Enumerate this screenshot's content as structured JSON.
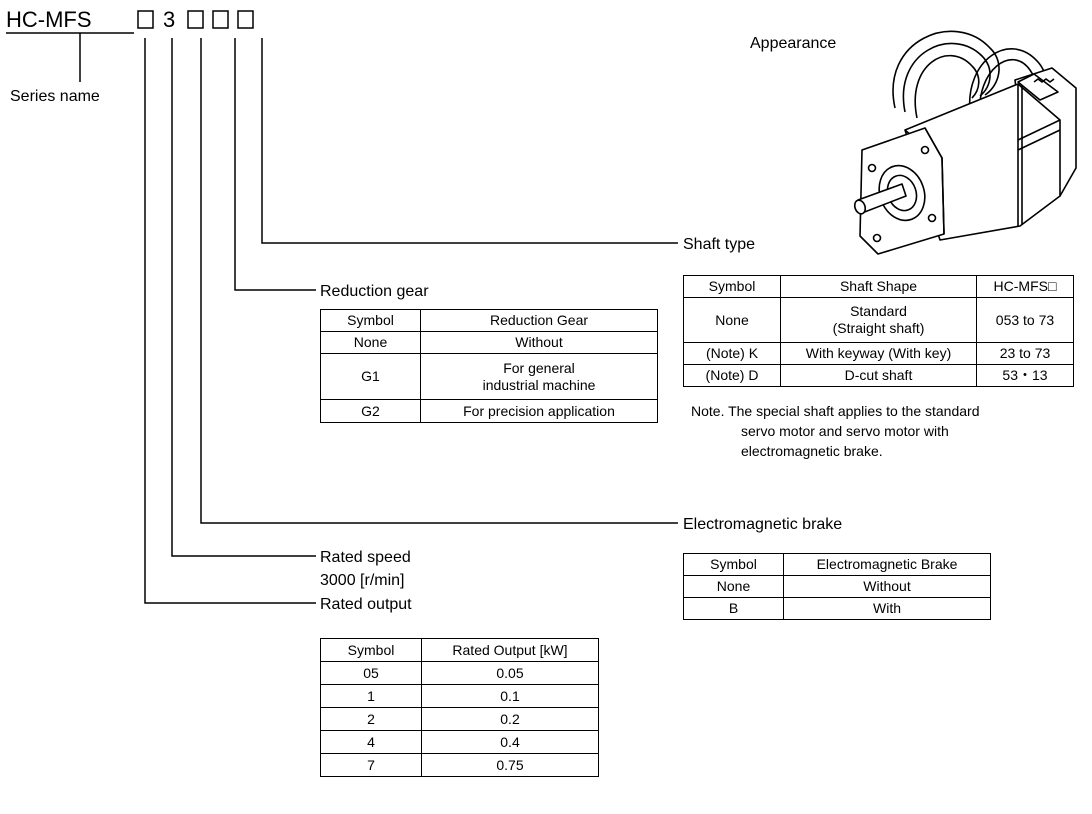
{
  "model": {
    "prefix": "HC-MFS",
    "box": "□",
    "digit": "3"
  },
  "series_label": "Series name",
  "appearance_label": "Appearance",
  "shaft": {
    "title": "Shaft type",
    "headers": [
      "Symbol",
      "Shaft Shape",
      "HC-MFS□"
    ],
    "rows": [
      {
        "symbol": "None",
        "shape_line1": "Standard",
        "shape_line2": "(Straight shaft)",
        "models": "053 to 73"
      },
      {
        "symbol": "(Note) K",
        "shape": "With keyway (With key)",
        "models": "23 to 73"
      },
      {
        "symbol": "(Note) D",
        "shape": "D-cut shaft",
        "models": "53・13"
      }
    ],
    "note_line1": "Note. The special shaft applies to the standard",
    "note_line2": "servo motor and servo motor with",
    "note_line3": "electromagnetic brake."
  },
  "reduction": {
    "title": "Reduction gear",
    "headers": [
      "Symbol",
      "Reduction Gear"
    ],
    "rows": [
      {
        "symbol": "None",
        "text": "Without"
      },
      {
        "symbol": "G1",
        "line1": "For general",
        "line2": "industrial machine"
      },
      {
        "symbol": "G2",
        "text": "For precision application"
      }
    ]
  },
  "brake": {
    "title": "Electromagnetic brake",
    "headers": [
      "Symbol",
      "Electromagnetic Brake"
    ],
    "rows": [
      {
        "symbol": "None",
        "text": "Without"
      },
      {
        "symbol": "B",
        "text": "With"
      }
    ]
  },
  "speed": {
    "title": "Rated speed",
    "value": "3000 [r/min]"
  },
  "output": {
    "title": "Rated output",
    "headers": [
      "Symbol",
      "Rated Output [kW]"
    ],
    "rows": [
      {
        "symbol": "05",
        "value": "0.05"
      },
      {
        "symbol": "1",
        "value": "0.1"
      },
      {
        "symbol": "2",
        "value": "0.2"
      },
      {
        "symbol": "4",
        "value": "0.4"
      },
      {
        "symbol": "7",
        "value": "0.75"
      }
    ]
  }
}
